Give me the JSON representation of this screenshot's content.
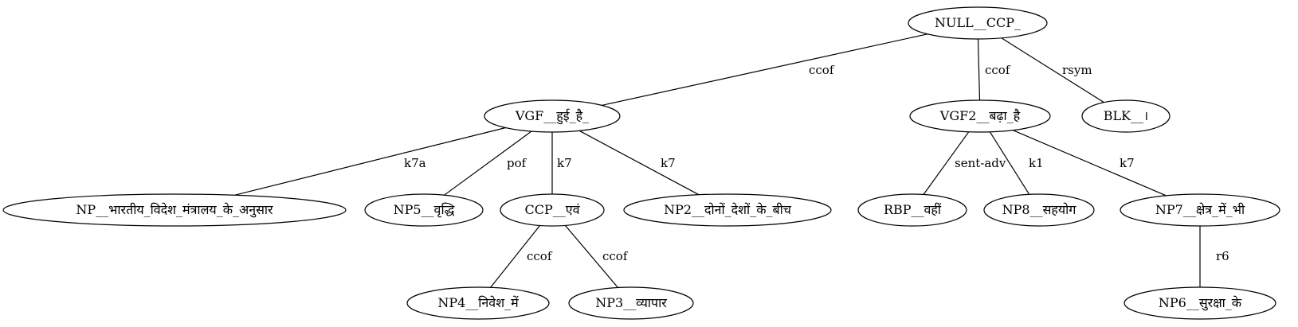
{
  "graph": {
    "nodes": [
      {
        "id": "null-ccp",
        "label": "NULL__CCP_"
      },
      {
        "id": "vgf",
        "label": "VGF__हुई_है_"
      },
      {
        "id": "vgf2",
        "label": "VGF2__बढ़ा_है"
      },
      {
        "id": "blk",
        "label": "BLK__।"
      },
      {
        "id": "np",
        "label": "NP__भारतीय_विदेश_मंत्रालय_के_अनुसार"
      },
      {
        "id": "np5",
        "label": "NP5__वृद्धि"
      },
      {
        "id": "ccp",
        "label": "CCP__एवं"
      },
      {
        "id": "np2",
        "label": "NP2__दोनों_देशों_के_बीच"
      },
      {
        "id": "rbp",
        "label": "RBP__वहीं"
      },
      {
        "id": "np8",
        "label": "NP8__सहयोग"
      },
      {
        "id": "np7",
        "label": "NP7__क्षेत्र_में_भी"
      },
      {
        "id": "np4",
        "label": "NP4__निवेश_में"
      },
      {
        "id": "np3",
        "label": "NP3__व्यापार"
      },
      {
        "id": "np6",
        "label": "NP6__सुरक्षा_के"
      }
    ],
    "edges": [
      {
        "from": "null-ccp",
        "to": "vgf",
        "label": "ccof"
      },
      {
        "from": "null-ccp",
        "to": "vgf2",
        "label": "ccof"
      },
      {
        "from": "null-ccp",
        "to": "blk",
        "label": "rsym"
      },
      {
        "from": "vgf",
        "to": "np",
        "label": "k7a"
      },
      {
        "from": "vgf",
        "to": "np5",
        "label": "pof"
      },
      {
        "from": "vgf",
        "to": "ccp",
        "label": "k7"
      },
      {
        "from": "vgf",
        "to": "np2",
        "label": "k7"
      },
      {
        "from": "vgf2",
        "to": "rbp",
        "label": "sent-adv"
      },
      {
        "from": "vgf2",
        "to": "np8",
        "label": "k1"
      },
      {
        "from": "vgf2",
        "to": "np7",
        "label": "k7"
      },
      {
        "from": "ccp",
        "to": "np4",
        "label": "ccof"
      },
      {
        "from": "ccp",
        "to": "np3",
        "label": "ccof"
      },
      {
        "from": "np7",
        "to": "np6",
        "label": "r6"
      }
    ]
  }
}
